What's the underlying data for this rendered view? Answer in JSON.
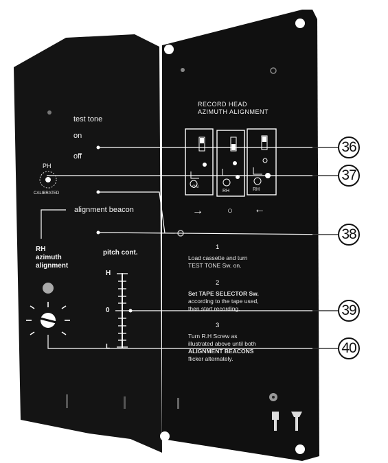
{
  "panel": {
    "title_line1": "RECORD HEAD",
    "title_line2": "AZIMUTH ALIGNMENT",
    "ph_label": "PH",
    "calibrated_label": "CALIBRATED",
    "test_tone": "test tone",
    "on": "on",
    "off": "off",
    "alignment_beacon": "alignment beacon",
    "rh_azimuth": [
      "RH",
      "azimuth",
      "alignment"
    ],
    "pitch_cont": "pitch cont.",
    "pitch_h": "H",
    "pitch_0": "0",
    "pitch_l": "L",
    "box_labels": [
      "ON",
      "RH",
      "RH"
    ],
    "arrows": [
      "→",
      "○",
      "←"
    ]
  },
  "steps": [
    {
      "num": "1",
      "lines": [
        "Load cassette and turn",
        "TEST TONE Sw. on."
      ]
    },
    {
      "num": "2",
      "lines": [
        "Set TAPE SELECTOR Sw.",
        "according to the tape used,",
        "then start recording."
      ]
    },
    {
      "num": "3",
      "lines": [
        "Turn R.H Screw as",
        "illustrated above until both",
        "ALIGNMENT BEACONS",
        "flicker alternately."
      ]
    }
  ],
  "callouts": [
    "36",
    "37",
    "38",
    "39",
    "40"
  ],
  "colors": {
    "panel": "#161616",
    "panel_dark": "#0c0c0c",
    "text": "#f2f2f2",
    "callout_border": "#111111"
  }
}
